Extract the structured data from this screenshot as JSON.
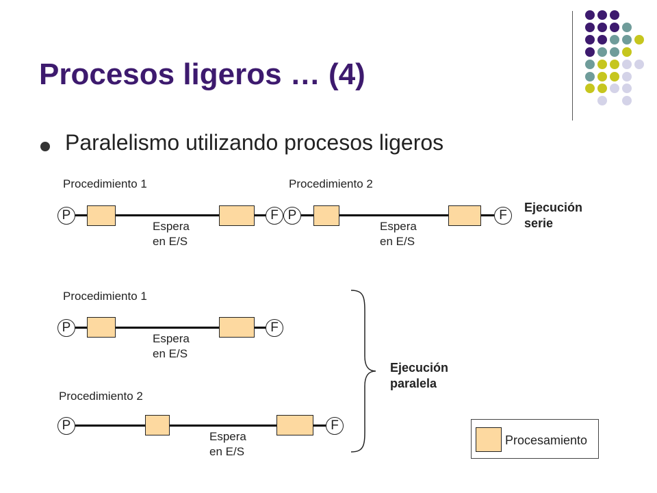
{
  "slide": {
    "title": "Procesos ligeros … (4)",
    "bullet": "Paralelismo utilizando procesos ligeros"
  },
  "colors": {
    "title": "#3d1a6e",
    "processing_box": "#fdd9a0",
    "dot_purple": "#3d1a6e",
    "dot_teal": "#6f9c9a",
    "dot_olive": "#c6c61e",
    "dot_lavender": "#d4d3e8"
  },
  "diagram": {
    "serial": {
      "proc1_label": "Procedimiento 1",
      "proc2_label": "Procedimiento 2",
      "start": "P",
      "end": "F",
      "wait_line1": "Espera",
      "wait_line2": "en E/S",
      "mode_line1": "Ejecución",
      "mode_line2": "serie"
    },
    "parallel": {
      "proc1_label": "Procedimiento 1",
      "proc2_label": "Procedimiento 2",
      "start": "P",
      "end": "F",
      "wait_line1": "Espera",
      "wait_line2": "en E/S",
      "mode_line1": "Ejecución",
      "mode_line2": "paralela"
    },
    "legend": {
      "label": "Procesamiento"
    }
  }
}
